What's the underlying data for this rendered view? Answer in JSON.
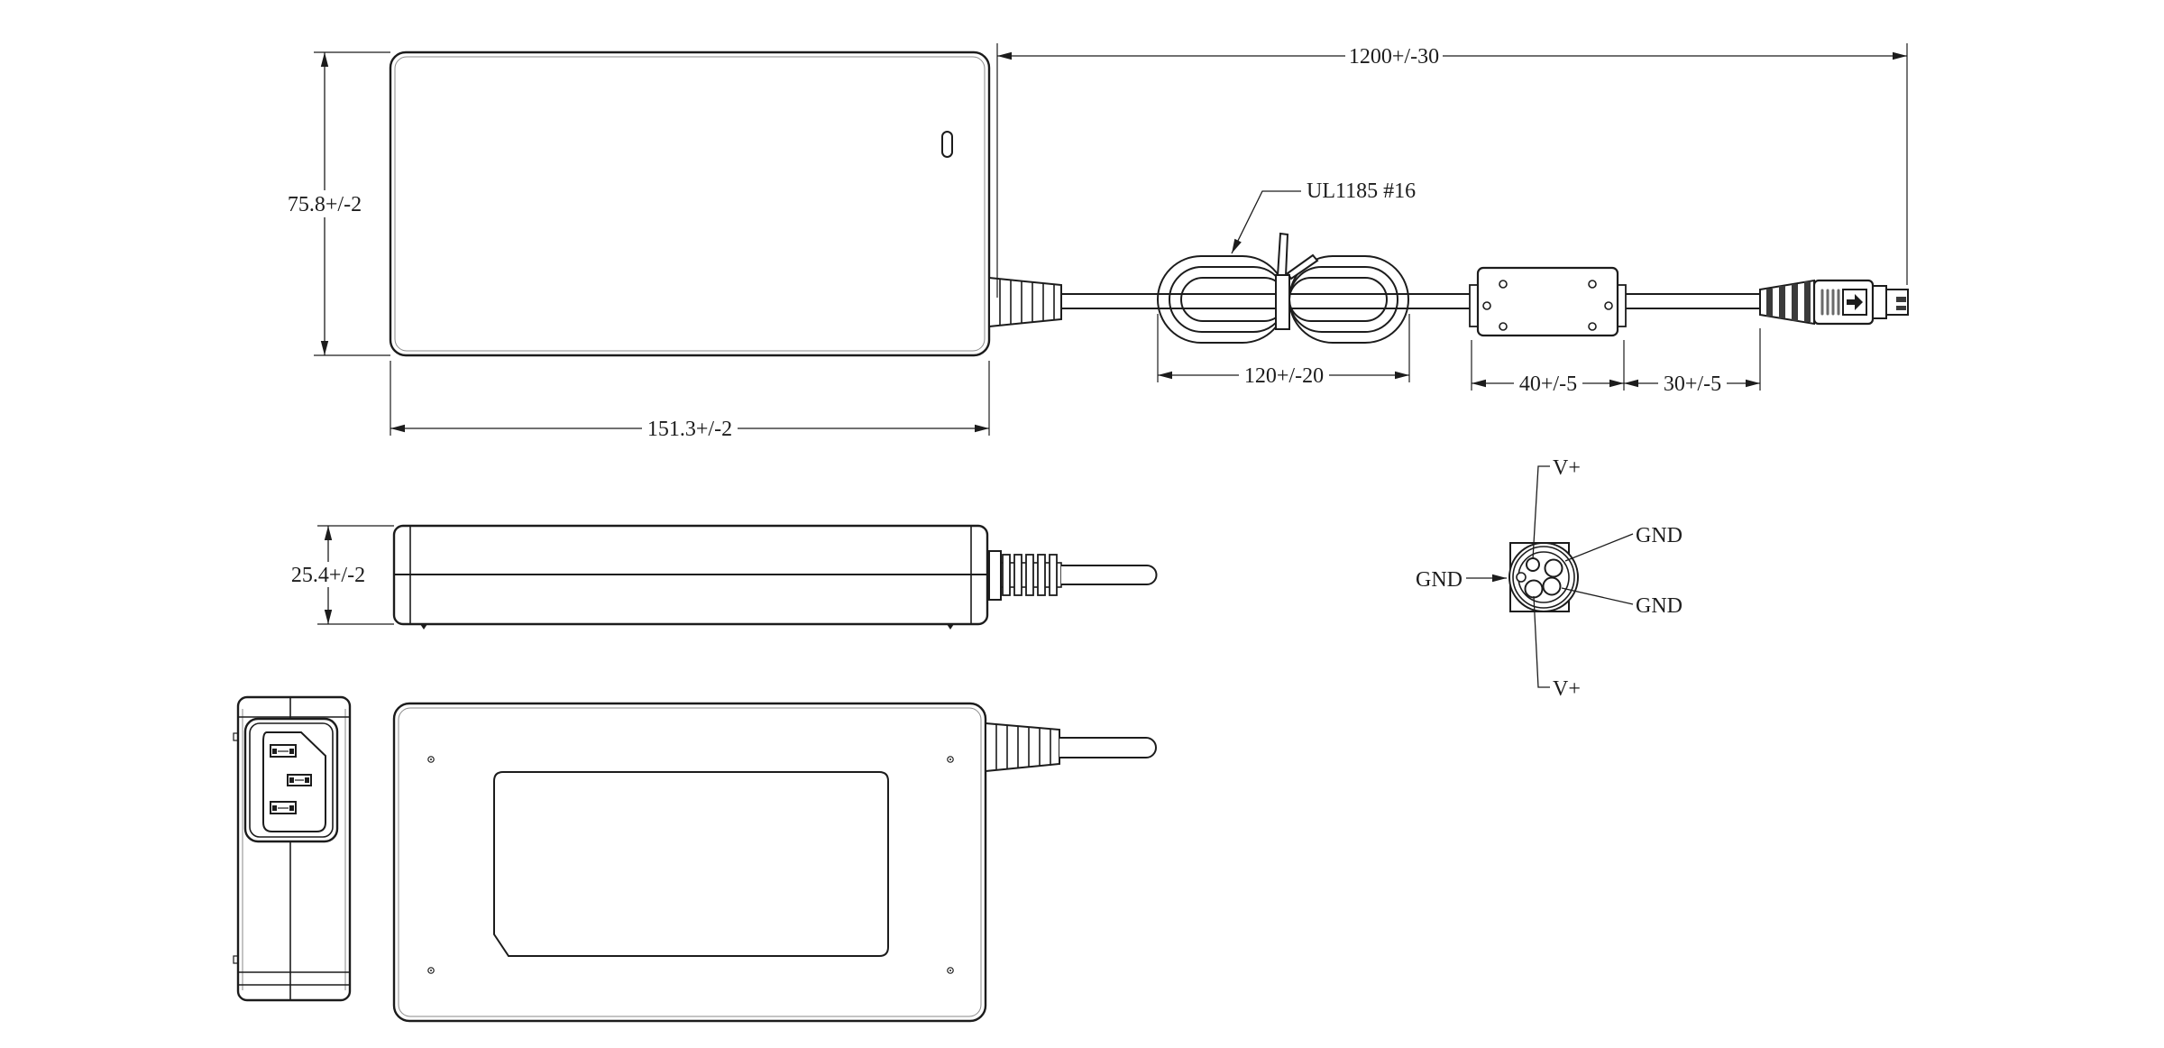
{
  "colors": {
    "background": "#ffffff",
    "line": "#1c1c1c",
    "rib_shade": "#3a3a3a"
  },
  "dimensions": {
    "body_height": "75.8+/-2",
    "body_width": "151.3+/-2",
    "body_thickness": "25.4+/-2",
    "cable_overall": "1200+/-30",
    "cable_bundle": "120+/-20",
    "filter_box": "40+/-5",
    "connector_section": "30+/-5"
  },
  "labels": {
    "cable_spec": "UL1185 #16"
  },
  "pinout": {
    "top": "V+",
    "left": "GND",
    "right_top": "GND",
    "right_bottom": "GND",
    "bottom": "V+"
  }
}
